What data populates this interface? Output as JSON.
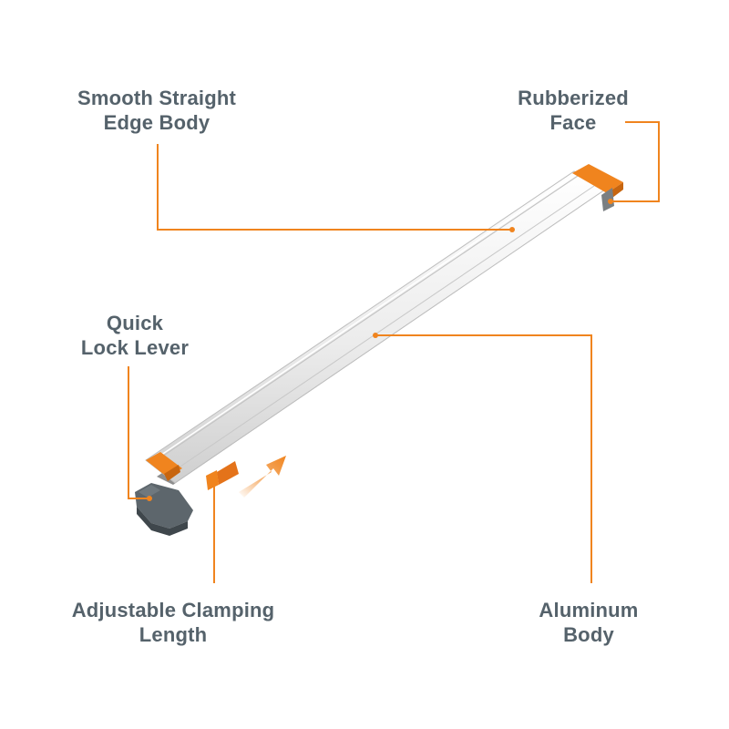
{
  "callouts": {
    "smooth_edge": {
      "line1": "Smooth Straight",
      "line2": "Edge Body"
    },
    "rubberized_face": {
      "line1": "Rubberized",
      "line2": "Face"
    },
    "quick_lock": {
      "line1": "Quick",
      "line2": "Lock Lever"
    },
    "clamping_length": {
      "line1": "Adjustable Clamping",
      "line2": "Length"
    },
    "aluminum_body": {
      "line1": "Aluminum",
      "line2": "Body"
    }
  },
  "colors": {
    "accent": "#f0841e",
    "label_text": "#55626b",
    "lever": "#5d666c",
    "aluminum": "#dcdcdc",
    "background": "#ffffff"
  }
}
